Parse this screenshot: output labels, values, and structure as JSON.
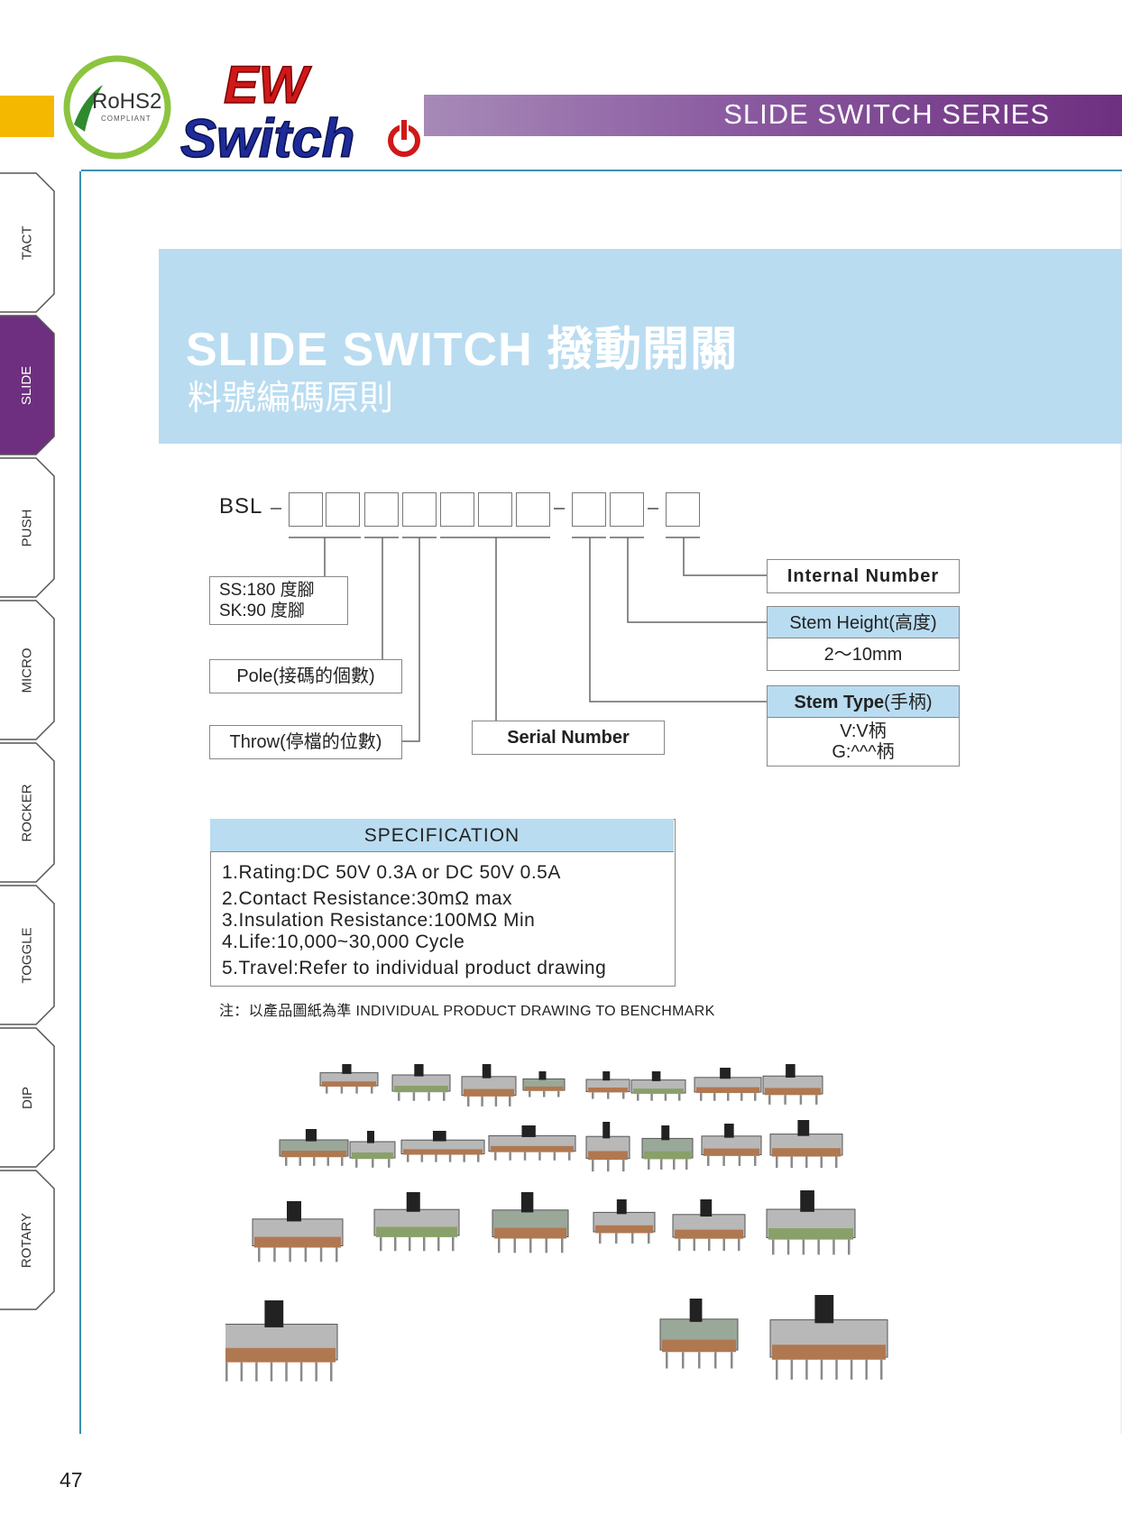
{
  "header": {
    "rohs_logo": "RoHS2",
    "rohs_compliant": "COMPLIANT",
    "brand_line1": "EW",
    "brand_line2": "Switch",
    "series_title": "SLIDE SWITCH  SERIES",
    "colors": {
      "accent_yellow": "#f5b800",
      "band_purple": "#7a3d8c",
      "banner_blue": "#b9dcf1",
      "rule_blue": "#3d8fb0"
    }
  },
  "sidebar": {
    "tabs": [
      {
        "label": "TACT",
        "active": false
      },
      {
        "label": "SLIDE",
        "active": true
      },
      {
        "label": "PUSH",
        "active": false
      },
      {
        "label": "MICRO",
        "active": false
      },
      {
        "label": "ROCKER",
        "active": false
      },
      {
        "label": "TOGGLE",
        "active": false
      },
      {
        "label": "DIP",
        "active": false
      },
      {
        "label": "ROTARY",
        "active": false
      }
    ]
  },
  "banner": {
    "title": "SLIDE SWITCH 撥動開關",
    "subtitle": "料號編碼原則"
  },
  "coding": {
    "prefix": "BSL",
    "mount_type": [
      "SS:180 度腳",
      "SK:90 度腳"
    ],
    "pole": "Pole(接碼的個數)",
    "throw": "Throw(停檔的位數)",
    "serial_number": "Serial Number",
    "internal_number": "Internal Number",
    "stem_height_title": "Stem Height(高度)",
    "stem_height_value": "2～10mm",
    "stem_type_title": "Stem Type",
    "stem_type_title_cn": "(手柄)",
    "stem_type_values": [
      "V:V柄",
      "G:^^^柄"
    ]
  },
  "specification": {
    "title": "SPECIFICATION",
    "items": [
      "1.Rating:DC 50V 0.3A or DC 50V 0.5A",
      "2.Contact Resistance:30mΩ max",
      "3.Insulation Resistance:100MΩ Min",
      "4.Life:10,000~30,000 Cycle",
      "5.Travel:Refer to individual product drawing"
    ],
    "note": "注：以產品圖紙為準   INDIVIDUAL PRODUCT DRAWING TO BENCHMARK"
  },
  "page_number": "47"
}
